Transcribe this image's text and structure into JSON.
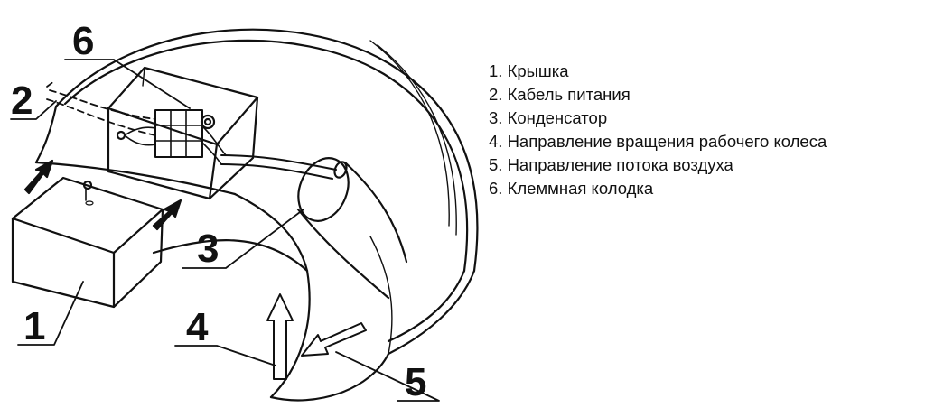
{
  "legend": [
    "1. Крышка",
    "2. Кабель питания",
    "3. Конденсатор",
    "4. Направление вращения рабочего колеса",
    "5. Направление потока воздуха",
    "6. Клеммная колодка"
  ],
  "callouts": {
    "cover": "1",
    "power_cable": "2",
    "capacitor": "3",
    "rotation_direction": "4",
    "airflow_direction": "5",
    "terminal_block": "6"
  }
}
